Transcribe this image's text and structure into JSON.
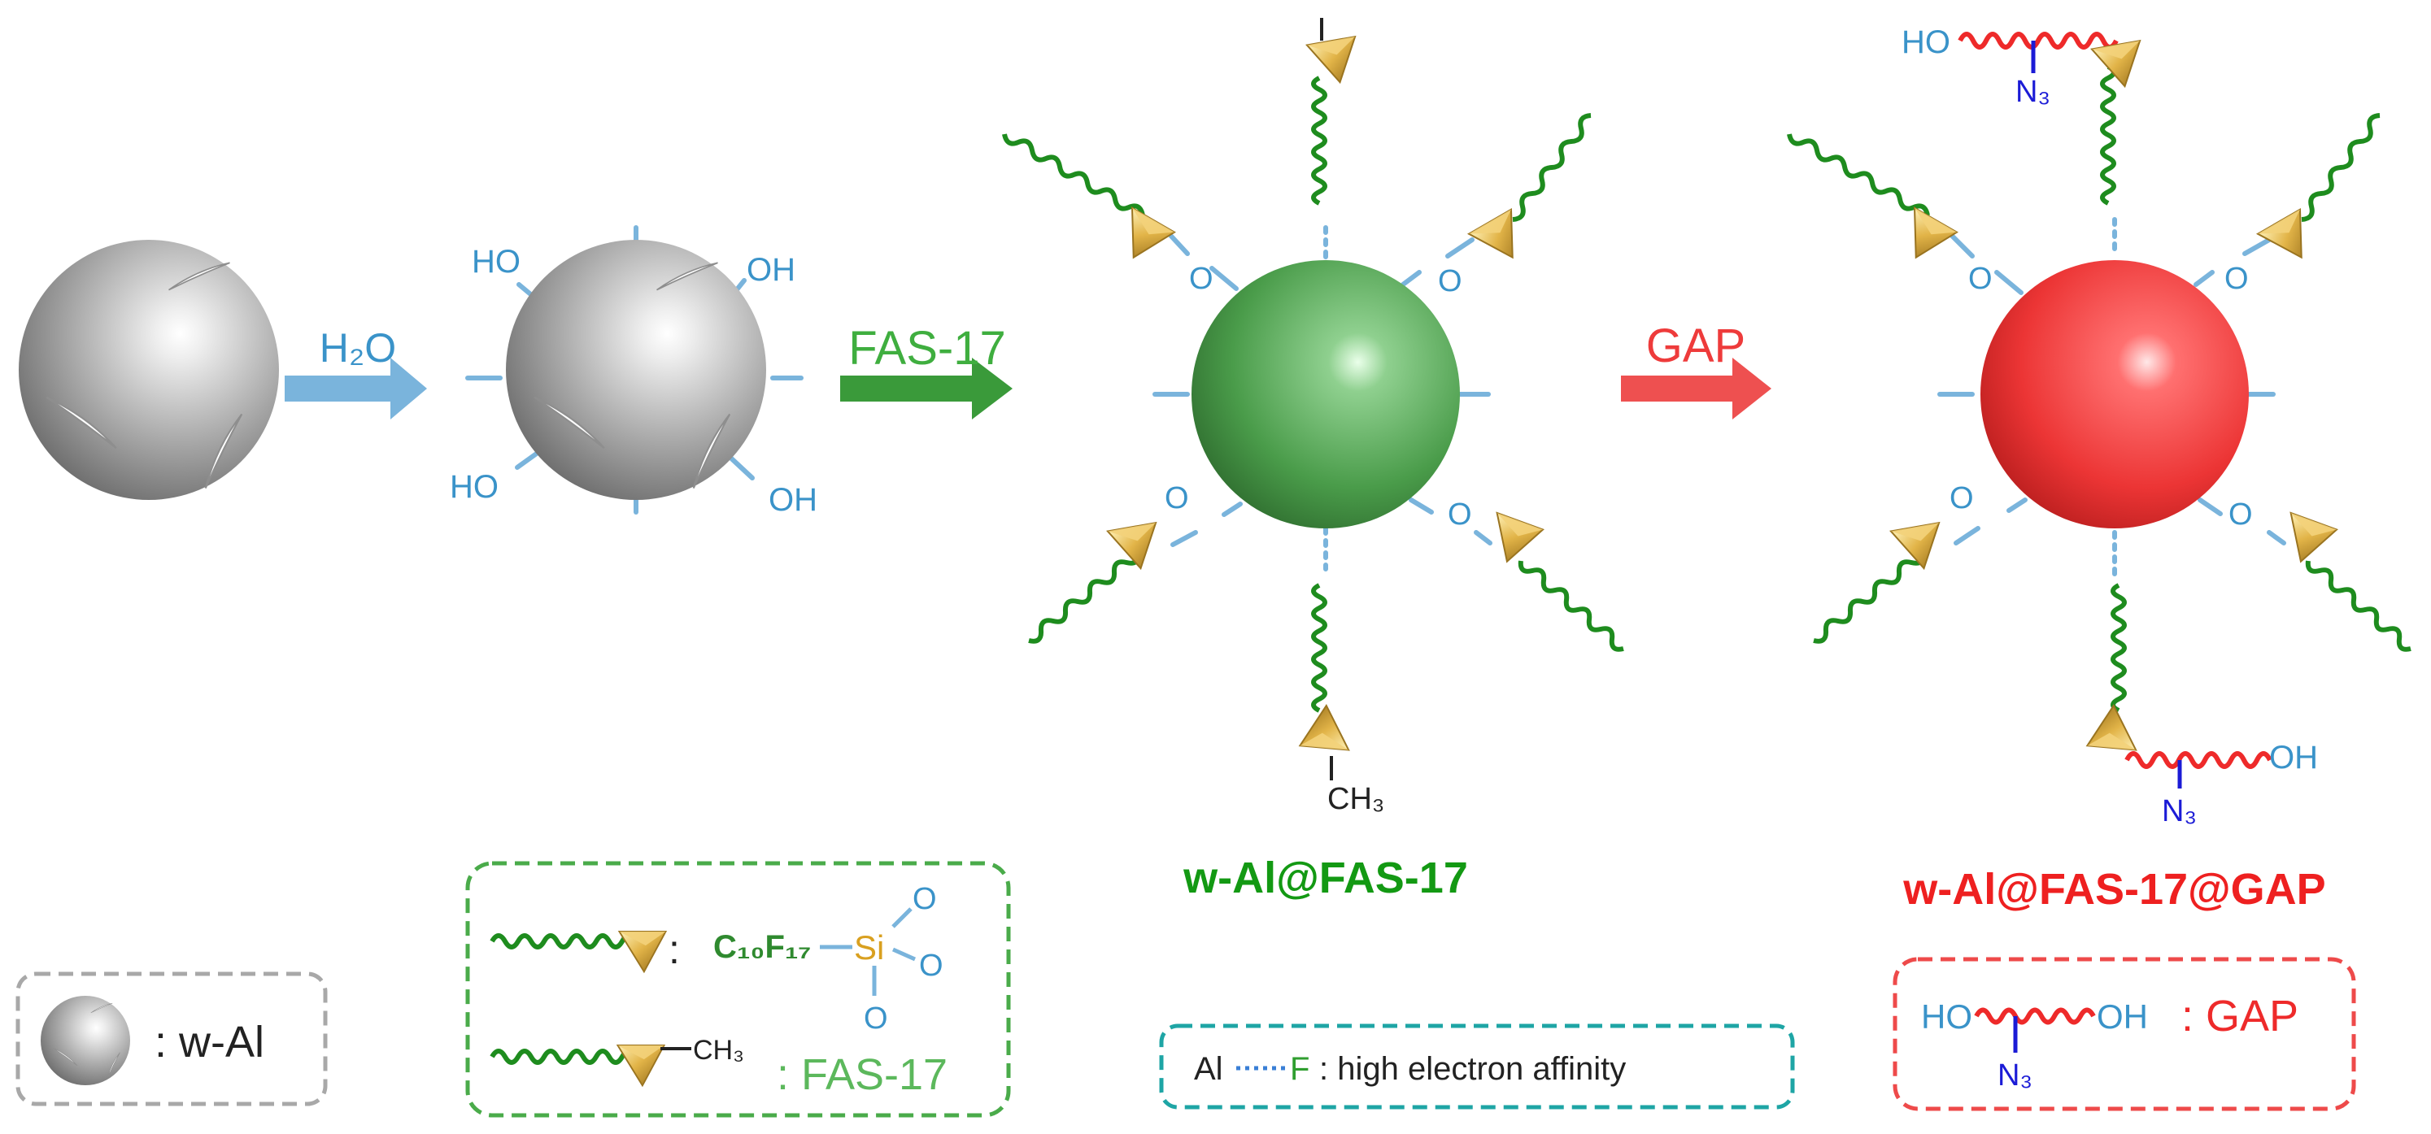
{
  "colors": {
    "blue": "#3a93c9",
    "light_blue": "#7ab4dc",
    "green_chain": "#1e8c1e",
    "green_label": "#2f9e2f",
    "green_light": "#5cb85c",
    "red": "#ee3b3b",
    "dark_blue": "#1b1bd6",
    "gold": "#d9a53c",
    "teal": "#1ea5a5",
    "grey_border": "#a8a8a8",
    "silane_si": "#d9a020"
  },
  "icons": {
    "sphere_grey": "grey-sphere-icon",
    "sphere_green": "green-sphere-icon",
    "sphere_red": "red-sphere-icon",
    "anchor": "triangle-anchor-icon",
    "chain_green": "wavy-chain-icon",
    "chain_red": "wavy-gap-chain-icon"
  },
  "arrows": {
    "step1": "H₂O",
    "step2": "FAS-17",
    "step3": "GAP"
  },
  "particle2": {
    "oh": "OH",
    "ho": "HO"
  },
  "particle3": {
    "o": "O",
    "ch3": "CH₃",
    "name": "w-Al@FAS-17"
  },
  "particle4": {
    "ho": "HO",
    "oh": "OH",
    "n3": "N₃",
    "name": "w-Al@FAS-17@GAP"
  },
  "legend": {
    "wal": {
      "label": ": w-Al"
    },
    "silane": {
      "colon": ":",
      "formula": "C₁₀F₁₇",
      "si": "Si",
      "o": "O",
      "ch3": "CH₃",
      "fas_label": ": FAS-17"
    },
    "affinity": {
      "al": "Al",
      "f": "F",
      "label": ": high electron affinity"
    },
    "gap": {
      "ho": "HO",
      "oh": "OH",
      "n3": "N₃",
      "label": ": GAP"
    }
  }
}
